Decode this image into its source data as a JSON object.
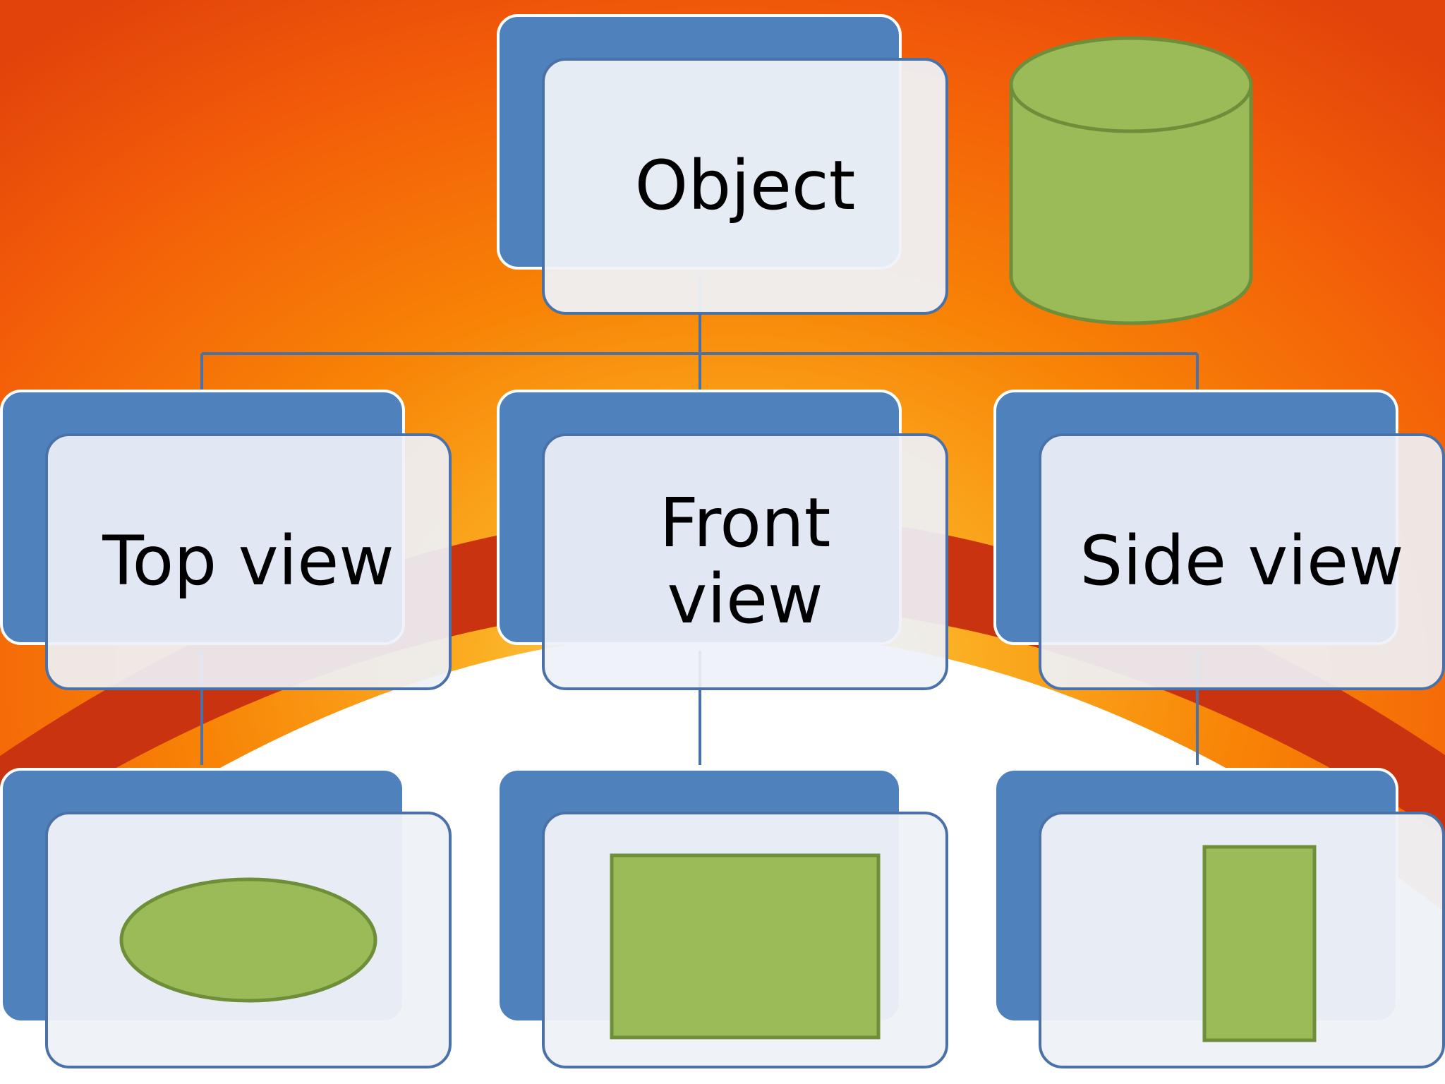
{
  "colors": {
    "background_orange": "#F36A10",
    "background_orange_light": "#FBA81E",
    "arc_red": "#C9330F",
    "box_blue": "#4F81BD",
    "box_front": "#ECF0F7",
    "box_stroke": "#4A72A8",
    "shape_green": "#9BBB59",
    "shape_green_outline": "#6E8E3A"
  },
  "diagram": {
    "root": {
      "label": "Object",
      "illustration": "cylinder"
    },
    "views": [
      {
        "label": "Top view",
        "illustration": "ellipse"
      },
      {
        "label": "Front\nview",
        "illustration": "rectangle"
      },
      {
        "label": "Side view",
        "illustration": "narrow-rectangle"
      }
    ]
  }
}
